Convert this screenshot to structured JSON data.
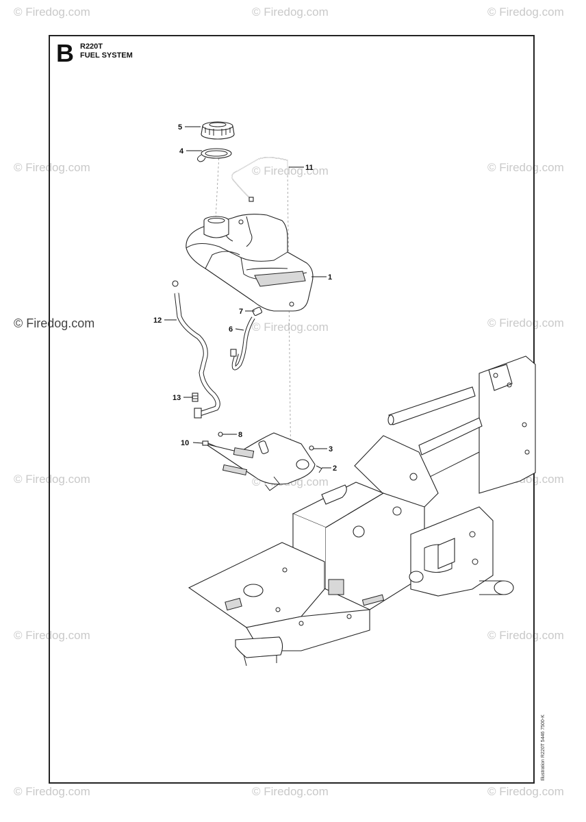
{
  "header": {
    "section_letter": "B",
    "model": "R220T",
    "title": "FUEL SYSTEM"
  },
  "document_ref": "Illustration R220T 5446 7500-K",
  "watermark": "© Firedog.com",
  "callouts": [
    {
      "id": "5",
      "label": "5"
    },
    {
      "id": "4",
      "label": "4"
    },
    {
      "id": "11",
      "label": "11"
    },
    {
      "id": "1",
      "label": "1"
    },
    {
      "id": "7",
      "label": "7"
    },
    {
      "id": "12",
      "label": "12"
    },
    {
      "id": "6",
      "label": "6"
    },
    {
      "id": "13",
      "label": "13"
    },
    {
      "id": "8",
      "label": "8"
    },
    {
      "id": "10",
      "label": "10"
    },
    {
      "id": "3",
      "label": "3"
    },
    {
      "id": "2",
      "label": "2"
    }
  ]
}
